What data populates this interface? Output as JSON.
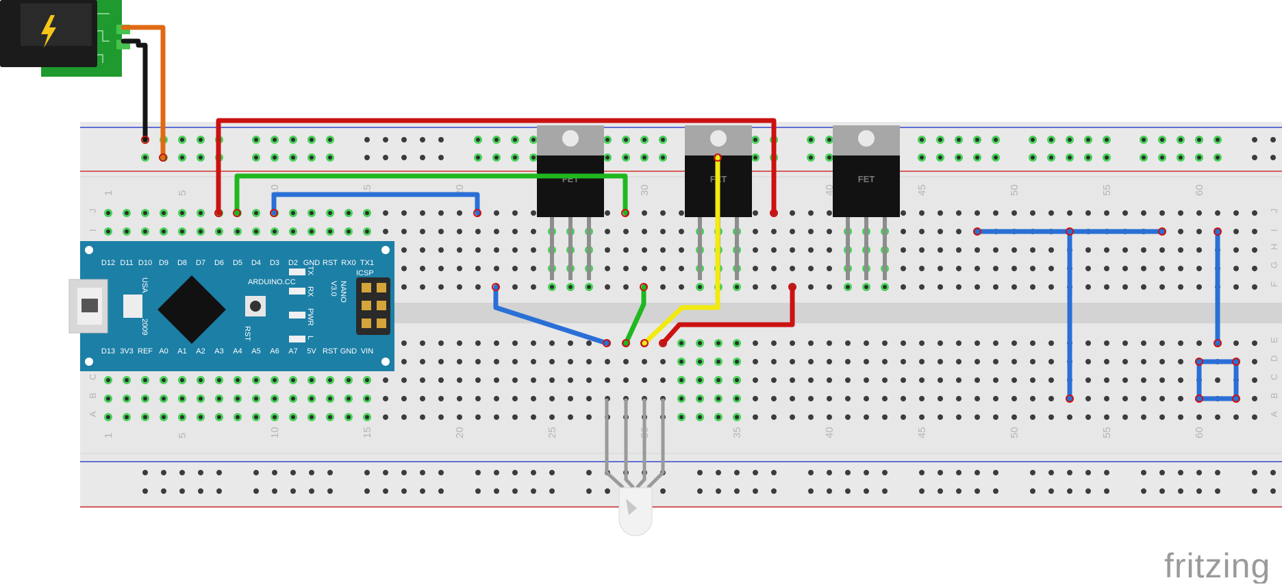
{
  "brand": "fritzing",
  "breadboard": {
    "column_numbers": [
      "1",
      "5",
      "10",
      "15",
      "20",
      "25",
      "30",
      "35",
      "40",
      "45",
      "50",
      "55",
      "60"
    ],
    "rows_top": [
      "J",
      "I",
      "H",
      "G",
      "F"
    ],
    "rows_bottom": [
      "E",
      "D",
      "C",
      "B",
      "A"
    ]
  },
  "arduino": {
    "top_pins": [
      "D12",
      "D11",
      "D10",
      "D9",
      "D8",
      "D7",
      "D6",
      "D5",
      "D4",
      "D3",
      "D2",
      "GND",
      "RST",
      "RX0",
      "TX1"
    ],
    "bottom_pins": [
      "D13",
      "3V3",
      "REF",
      "A0",
      "A1",
      "A2",
      "A3",
      "A4",
      "A5",
      "A6",
      "A7",
      "5V",
      "RST",
      "GND",
      "VIN"
    ],
    "brand": "ARDUINO.CC",
    "model": [
      "NANO",
      "V3.0"
    ],
    "country": "USA",
    "year": "2009",
    "rst_label": "RST",
    "led_labels": [
      "TX",
      "RX",
      "PWR",
      "L"
    ],
    "icsp_label": "ICSP"
  },
  "mosfet_label": "FET",
  "colors": {
    "wire_red": "#cc1111",
    "wire_green": "#1fb81f",
    "wire_blue": "#2a6fd6",
    "wire_yellow": "#f2ea10",
    "wire_black": "#151515",
    "wire_orange": "#e06a14",
    "arduino_board": "#1c7fa6",
    "breadboard": "#e6e6e6",
    "rail_red": "#d32f2f",
    "rail_blue": "#3344cc",
    "pcb_green": "#1f9a2e"
  }
}
